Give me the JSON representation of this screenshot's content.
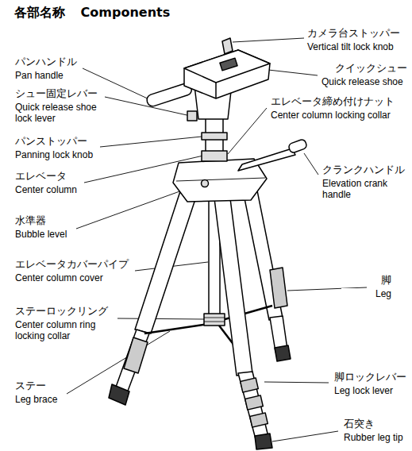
{
  "diagram": {
    "title": "各部名称 Components",
    "labels": [
      "パンハンドル",
      "Pan handle",
      "シュー固定レバー",
      "Quick release shoe lock lever",
      "パンストッパー",
      "Panning lock knob",
      "エレベータ",
      "Center column",
      "水準器",
      "Bubble level",
      "エレベータカバーパイプ",
      "Center column cover",
      "ステーロックリング",
      "Center column ring locking collar",
      "ステー",
      "Leg brace",
      "カメラ台ストッパー",
      "Vertical tilt lock knob",
      "クイックシュー",
      "Quick release shoe",
      "エレベータ締め付けナット",
      "Center column locking collar",
      "クランクハンドル",
      "Elevation crank handle",
      "脚",
      "Leg",
      "脚ロックレバー",
      "Leg lock lever",
      "石突き",
      "Rubber leg tip"
    ]
  }
}
